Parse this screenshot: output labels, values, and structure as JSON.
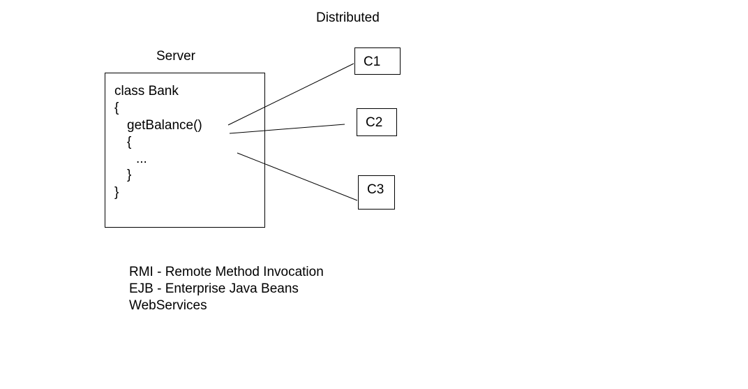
{
  "title": "Distributed",
  "server": {
    "label": "Server",
    "code_lines": [
      "class Bank",
      "{",
      "getBalance()",
      "{",
      "...",
      "}",
      "}"
    ]
  },
  "clients": [
    {
      "label": "C1"
    },
    {
      "label": "C2"
    },
    {
      "label": "C3"
    }
  ],
  "technologies": [
    "RMI - Remote Method Invocation",
    "EJB - Enterprise Java Beans",
    "WebServices"
  ]
}
